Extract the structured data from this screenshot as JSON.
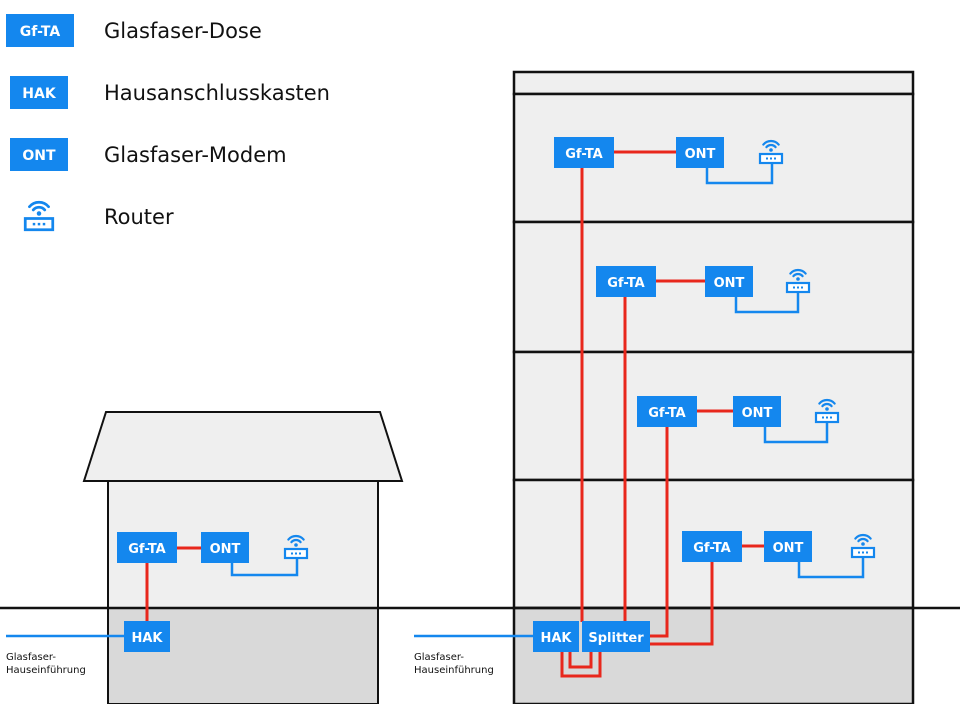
{
  "colors": {
    "blue": "#1487ee",
    "red": "#e8271c",
    "line": "#111111",
    "house_fill": "#efefef",
    "basement_fill": "#d9d9d9",
    "white": "#ffffff"
  },
  "legend": [
    {
      "badge": "Gf-TA",
      "label": "Glasfaser-Dose"
    },
    {
      "badge": "HAK",
      "label": "Hausanschlusskasten"
    },
    {
      "badge": "ONT",
      "label": "Glasfaser-Modem"
    },
    {
      "icon": "router-icon",
      "label": "Router"
    }
  ],
  "labels": {
    "gfta": "Gf-TA",
    "ont": "ONT",
    "hak": "HAK",
    "splitter": "Splitter",
    "entry_line1": "Glasfaser-",
    "entry_line2": "Hauseinführung"
  }
}
